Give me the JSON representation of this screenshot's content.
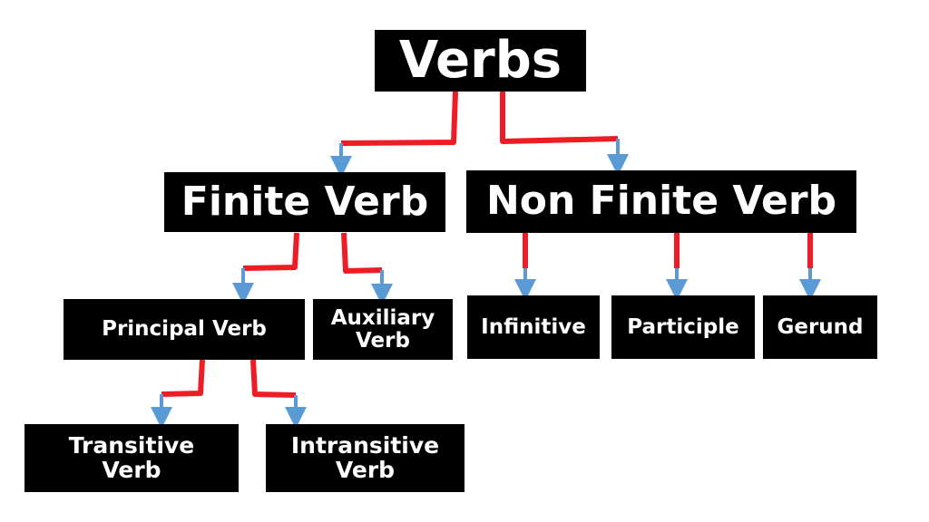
{
  "diagram": {
    "root": {
      "label": "Verbs"
    },
    "level1": [
      {
        "id": "finite",
        "label": "Finite Verb"
      },
      {
        "id": "nonfinite",
        "label": "Non Finite Verb"
      }
    ],
    "finite_children": [
      {
        "id": "principal",
        "line1": "Principal Verb"
      },
      {
        "id": "auxiliary",
        "line1": "Auxiliary",
        "line2": "Verb"
      }
    ],
    "nonfinite_children": [
      {
        "id": "infinitive",
        "label": "Infinitive"
      },
      {
        "id": "participle",
        "label": "Participle"
      },
      {
        "id": "gerund",
        "label": "Gerund"
      }
    ],
    "principal_children": [
      {
        "id": "transitive",
        "line1": "Transitive",
        "line2": "Verb"
      },
      {
        "id": "intransitive",
        "line1": "Intransitive",
        "line2": "Verb"
      }
    ]
  },
  "colors": {
    "node_bg": "#000000",
    "node_text": "#ffffff",
    "connector": "#ee1c25",
    "arrow": "#5b9bd5"
  }
}
